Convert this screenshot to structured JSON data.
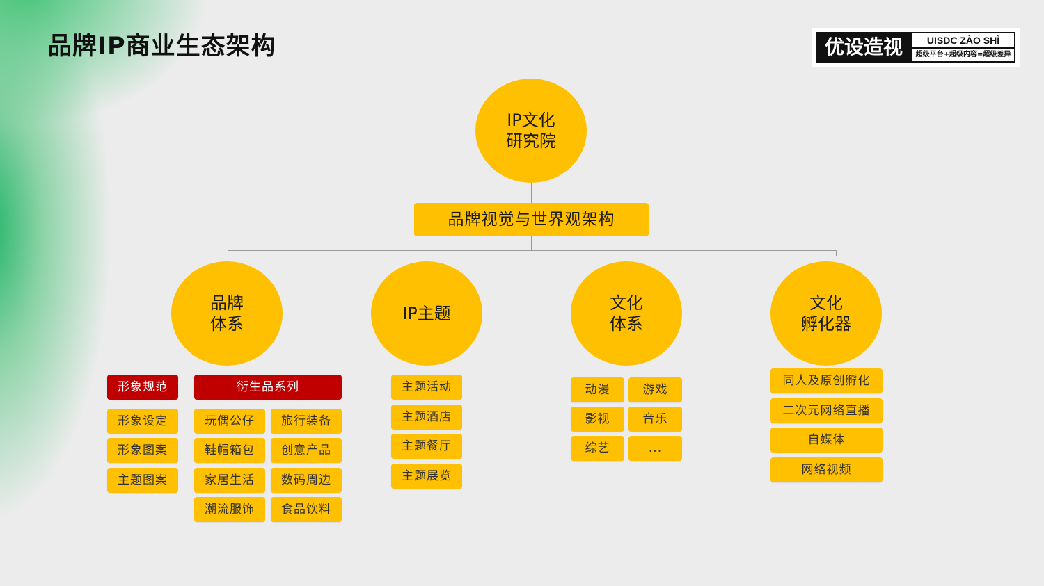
{
  "title": "品牌IP商业生态架构",
  "logo": {
    "cn": "优设造视",
    "en": "UISDC ZÀO SHÌ",
    "slogan": "超级平台+超级内容=超级差异"
  },
  "colors": {
    "accent": "#fec001",
    "highlight": "#c00000",
    "background": "#ececec",
    "brand_green": "#12b05c"
  },
  "root": {
    "label": "IP文化\n研究院"
  },
  "bar": {
    "label": "品牌视觉与世界观架构"
  },
  "branches": [
    {
      "label": "品牌\n体系",
      "groups": [
        {
          "header": "形象规范",
          "items": [
            "形象设定",
            "形象图案",
            "主题图案"
          ]
        },
        {
          "header": "衍生品系列",
          "items": [
            "玩偶公仔",
            "旅行装备",
            "鞋帽箱包",
            "创意产品",
            "家居生活",
            "数码周边",
            "潮流服饰",
            "食品饮料"
          ]
        }
      ]
    },
    {
      "label": "IP主题",
      "items": [
        "主题活动",
        "主题酒店",
        "主题餐厅",
        "主题展览"
      ]
    },
    {
      "label": "文化\n体系",
      "items": [
        "动漫",
        "游戏",
        "影视",
        "音乐",
        "综艺",
        "..."
      ]
    },
    {
      "label": "文化\n孵化器",
      "items": [
        "同人及原创孵化",
        "二次元网络直播",
        "自媒体",
        "网络视频"
      ]
    }
  ]
}
